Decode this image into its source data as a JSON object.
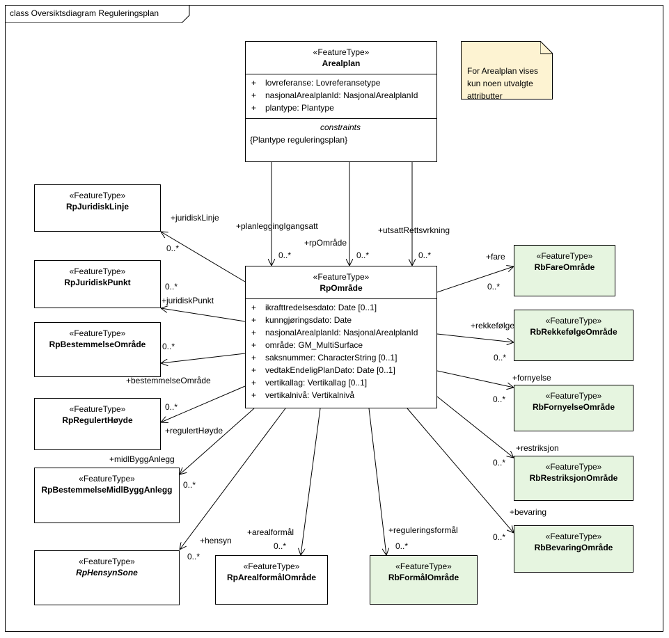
{
  "diagram_title": "class Oversiktsdiagram Reguleringsplan",
  "note": "For Arealplan vises\nkun noen utvalgte\nattributter",
  "arealplan": {
    "stereotype": "«FeatureType»",
    "name": "Arealplan",
    "attributes": [
      {
        "vis": "+",
        "text": "lovreferanse: Lovreferansetype"
      },
      {
        "vis": "+",
        "text": "nasjonalArealplanId: NasjonalArealplanId"
      },
      {
        "vis": "+",
        "text": "plantype: Plantype"
      }
    ],
    "constraints_header": "constraints",
    "constraint": "{Plantype reguleringsplan}"
  },
  "rpomrade": {
    "stereotype": "«FeatureType»",
    "name": "RpOmråde",
    "attributes": [
      {
        "vis": "+",
        "text": "ikrafttredelsesdato: Date [0..1]"
      },
      {
        "vis": "+",
        "text": "kunngjøringsdato: Date"
      },
      {
        "vis": "+",
        "text": "nasjonalArealplanId: NasjonalArealplanId"
      },
      {
        "vis": "+",
        "text": "område: GM_MultiSurface"
      },
      {
        "vis": "+",
        "text": "saksnummer: CharacterString [0..1]"
      },
      {
        "vis": "+",
        "text": "vedtakEndeligPlanDato: Date [0..1]"
      },
      {
        "vis": "+",
        "text": "vertikallag: Vertikallag [0..1]"
      },
      {
        "vis": "+",
        "text": "vertikalnivå: Vertikalnivå"
      }
    ]
  },
  "classes": {
    "rpJuridiskLinje": {
      "stereotype": "«FeatureType»",
      "name": "RpJuridiskLinje"
    },
    "rpJuridiskPunkt": {
      "stereotype": "«FeatureType»",
      "name": "RpJuridiskPunkt"
    },
    "rpBestemmelseOmrade": {
      "stereotype": "«FeatureType»",
      "name": "RpBestemmelseOmråde"
    },
    "rpRegulertHoyde": {
      "stereotype": "«FeatureType»",
      "name": "RpRegulertHøyde"
    },
    "rpBestemmelseMidlByggAnlegg": {
      "stereotype": "«FeatureType»",
      "name": "RpBestemmelseMidlByggAnlegg"
    },
    "rpHensynSone": {
      "stereotype": "«FeatureType»",
      "name": "RpHensynSone"
    },
    "rpArealformalOmrade": {
      "stereotype": "«FeatureType»",
      "name": "RpArealformålOmråde"
    },
    "rbFormalOmrade": {
      "stereotype": "«FeatureType»",
      "name": "RbFormålOmråde"
    },
    "rbFareOmrade": {
      "stereotype": "«FeatureType»",
      "name": "RbFareOmråde"
    },
    "rbRekkefolgeOmrade": {
      "stereotype": "«FeatureType»",
      "name": "RbRekkefølgeOmråde"
    },
    "rbFornyelseOmrade": {
      "stereotype": "«FeatureType»",
      "name": "RbFornyelseOmråde"
    },
    "rbRestriksjonOmrade": {
      "stereotype": "«FeatureType»",
      "name": "RbRestriksjonOmråde"
    },
    "rbBevaringOmrade": {
      "stereotype": "«FeatureType»",
      "name": "RbBevaringOmråde"
    }
  },
  "roles": {
    "planleggingIgangsatt": "+planleggingIgangsatt",
    "rpOmrade": "+rpOmråde",
    "utsattRettsvirkning": "+utsattRettsvrkning",
    "juridiskLinje": "+juridiskLinje",
    "juridiskPunkt": "+juridiskPunkt",
    "bestemmelseOmrade": "+bestemmelseOmråde",
    "regulertHoyde": "+regulertHøyde",
    "midlByggAnlegg": "+midlByggAnlegg",
    "hensyn": "+hensyn",
    "arealformal": "+arealformål",
    "reguleringsformal": "+reguleringsformål",
    "fare": "+fare",
    "rekkefolge": "+rekkefølge",
    "fornyelse": "+fornyelse",
    "restriksjon": "+restriksjon",
    "bevaring": "+bevaring"
  },
  "multiplicity": "0..*"
}
